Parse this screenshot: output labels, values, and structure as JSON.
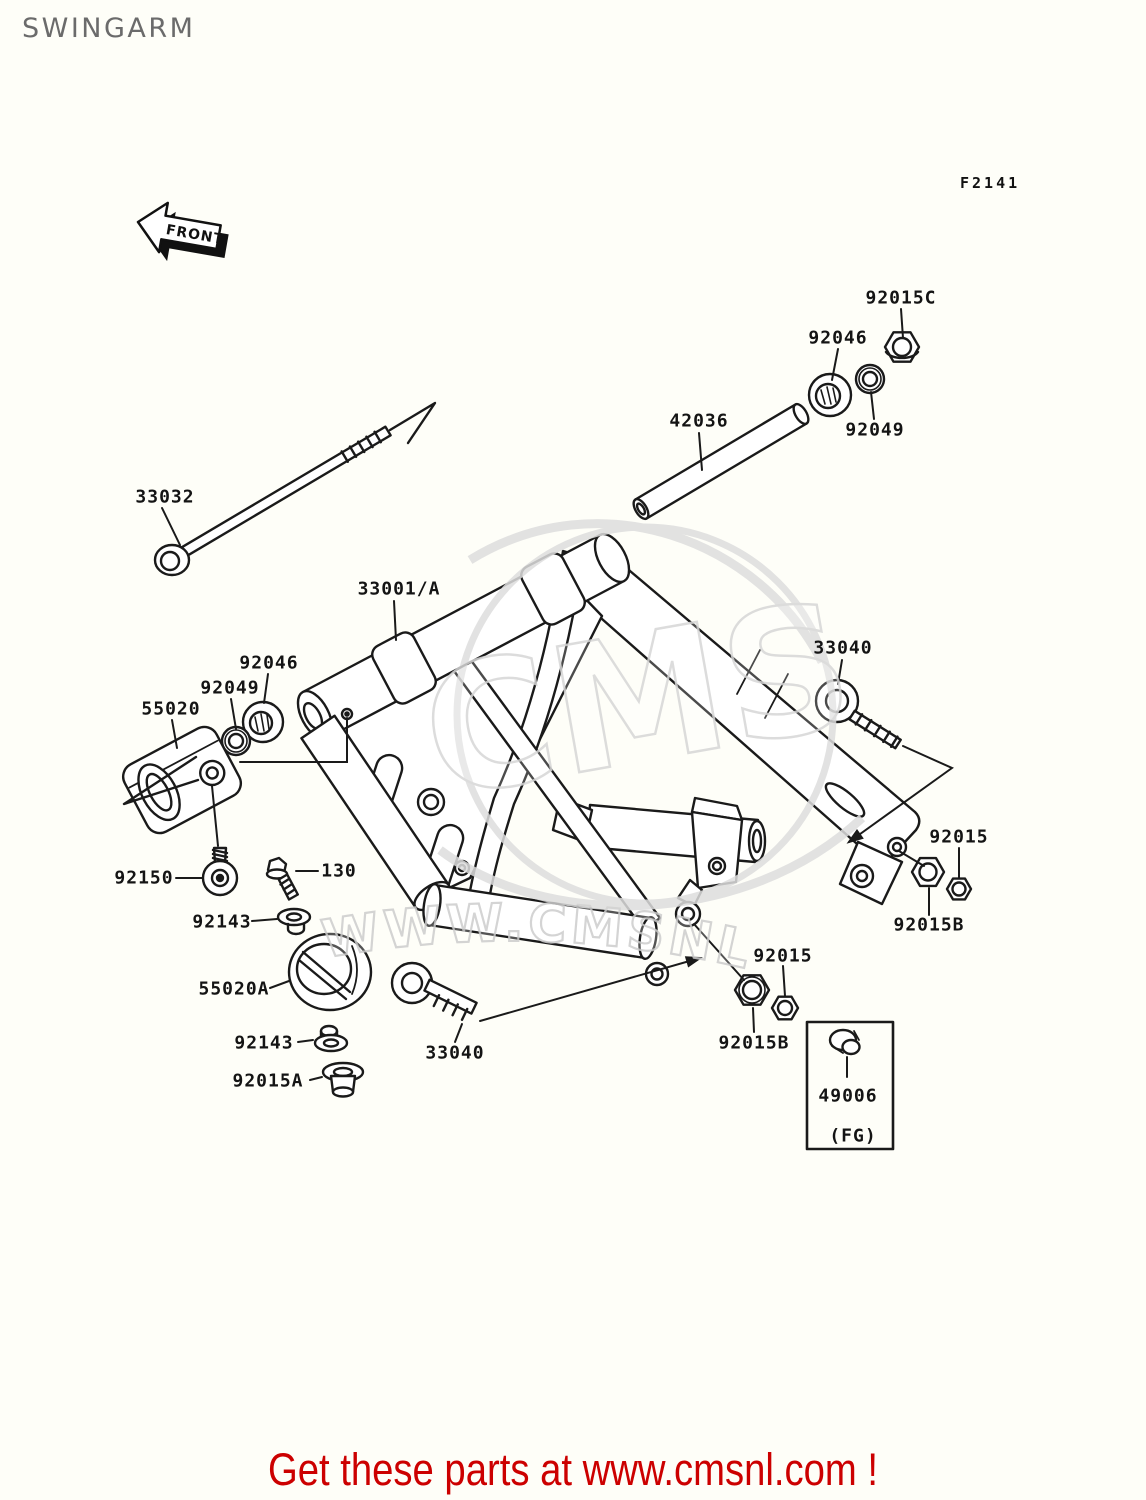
{
  "page": {
    "title": "SWINGARM",
    "figure_code": "F2141",
    "front_arrow_label": "FRONT",
    "background_color": "#fefef8"
  },
  "banner": {
    "text": "Get these parts at www.cmsnl.com !",
    "color": "#cc0000"
  },
  "watermark": {
    "logo_text": "CMS",
    "site_text": "WWW.CMSNL.COM",
    "color": "#d7d7d7"
  },
  "diagram": {
    "line_color": "#1a1a1a",
    "label_color": "#141414",
    "title_color": "#6b6b6b"
  },
  "callouts": [
    {
      "text": "92015C",
      "area": "top-right"
    },
    {
      "text": "92046",
      "area": "top-right"
    },
    {
      "text": "42036",
      "area": "top-center"
    },
    {
      "text": "92049",
      "area": "top-right"
    },
    {
      "text": "33032",
      "area": "upper-left"
    },
    {
      "text": "33001/A",
      "area": "center-left"
    },
    {
      "text": "33040",
      "area": "center-right"
    },
    {
      "text": "92046",
      "area": "mid-left"
    },
    {
      "text": "92049",
      "area": "mid-left"
    },
    {
      "text": "55020",
      "area": "mid-left"
    },
    {
      "text": "92015",
      "area": "right"
    },
    {
      "text": "92150",
      "area": "lower-left"
    },
    {
      "text": "130",
      "area": "lower-left"
    },
    {
      "text": "92143",
      "area": "lower-left-upper"
    },
    {
      "text": "92015B",
      "area": "right"
    },
    {
      "text": "55020A",
      "area": "lower-left"
    },
    {
      "text": "92015",
      "area": "bottom-center"
    },
    {
      "text": "92143",
      "area": "lower-left-lower"
    },
    {
      "text": "33040",
      "area": "bottom-center"
    },
    {
      "text": "92015B",
      "area": "bottom-center"
    },
    {
      "text": "92015A",
      "area": "lower-left"
    },
    {
      "text": "49006",
      "area": "inset-box"
    },
    {
      "text": "(FG)",
      "area": "inset-box"
    }
  ]
}
